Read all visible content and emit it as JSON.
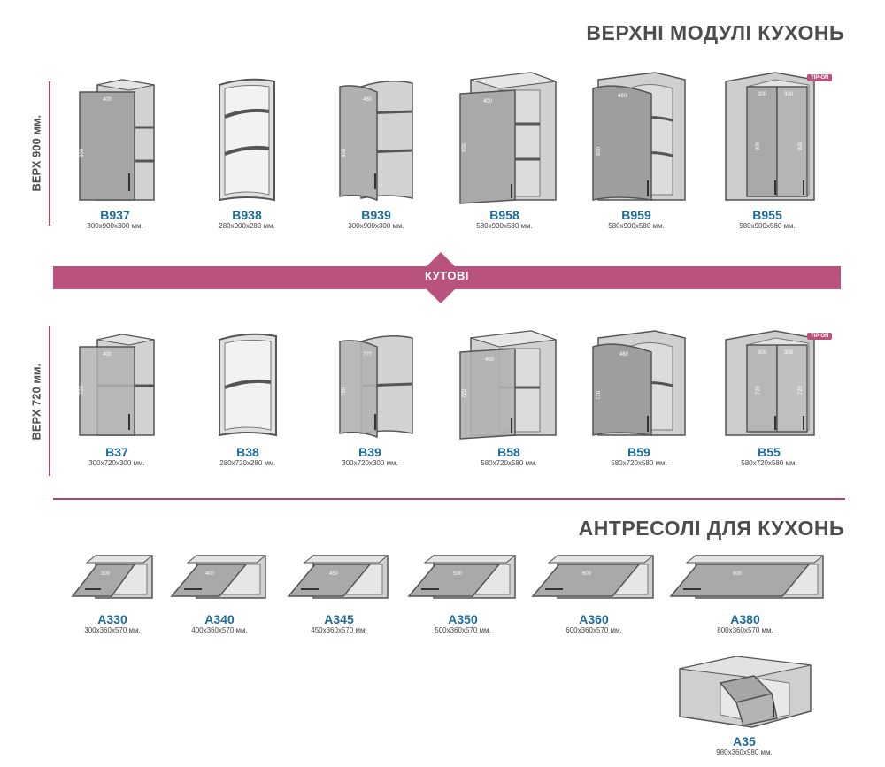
{
  "headings": {
    "top": "ВЕРХНІ МОДУЛІ КУХОНЬ",
    "mezzanine": "АНТРЕСОЛІ ДЛЯ КУХОНЬ"
  },
  "side_labels": {
    "h900": "ВЕРХ 900 мм.",
    "h720": "ВЕРХ 720 мм."
  },
  "band_label": "КУТОВІ",
  "tip_on": "TIP-ON",
  "row900": [
    {
      "code": "B937",
      "dims": "300x900x300 мм.",
      "door_w": "400",
      "door_h": "900"
    },
    {
      "code": "B938",
      "dims": "280x900x280 мм."
    },
    {
      "code": "B939",
      "dims": "300x900x300 мм.",
      "door_w": "460",
      "door_h": "900"
    },
    {
      "code": "B958",
      "dims": "580x900x580 мм.",
      "door_w": "400",
      "door_h": "900"
    },
    {
      "code": "B959",
      "dims": "580x900x580 мм.",
      "door_w": "460",
      "door_h": "900"
    },
    {
      "code": "B955",
      "dims": "580x900x580 мм.",
      "door_w": "300",
      "door_w2": "300",
      "door_h": "900",
      "door_h2": "900"
    }
  ],
  "row720": [
    {
      "code": "B37",
      "dims": "300x720x300 мм.",
      "door_w": "400",
      "door_h": "720"
    },
    {
      "code": "B38",
      "dims": "280x720x280 мм."
    },
    {
      "code": "B39",
      "dims": "300x720x300 мм.",
      "door_w": "???",
      "door_h": "720"
    },
    {
      "code": "B58",
      "dims": "580x720x580 мм.",
      "door_w": "400",
      "door_h": "720"
    },
    {
      "code": "B59",
      "dims": "580x720x580 мм.",
      "door_w": "460",
      "door_h": "720"
    },
    {
      "code": "B55",
      "dims": "580x720x580 мм.",
      "door_w": "300",
      "door_w2": "300",
      "door_h": "720",
      "door_h2": "720"
    }
  ],
  "mezzanines": [
    {
      "code": "A330",
      "dims": "300x360x570 мм.",
      "door_w": "300"
    },
    {
      "code": "A340",
      "dims": "400x360x570 мм.",
      "door_w": "400"
    },
    {
      "code": "A345",
      "dims": "450x360x570 мм.",
      "door_w": "450"
    },
    {
      "code": "A350",
      "dims": "500x360x570 мм.",
      "door_w": "500"
    },
    {
      "code": "A360",
      "dims": "600x360x570 мм.",
      "door_w": "600"
    },
    {
      "code": "A380",
      "dims": "800x360x570 мм.",
      "door_w": "800"
    }
  ],
  "corner_mezzanine": {
    "code": "A35",
    "dims": "980x360x980 мм."
  },
  "colors": {
    "accent": "#b9537d",
    "code_blue": "#1d6b9a",
    "cabinet_fill": "#c9c9c9",
    "cabinet_dark": "#a8a8a8",
    "outline": "#555555"
  }
}
